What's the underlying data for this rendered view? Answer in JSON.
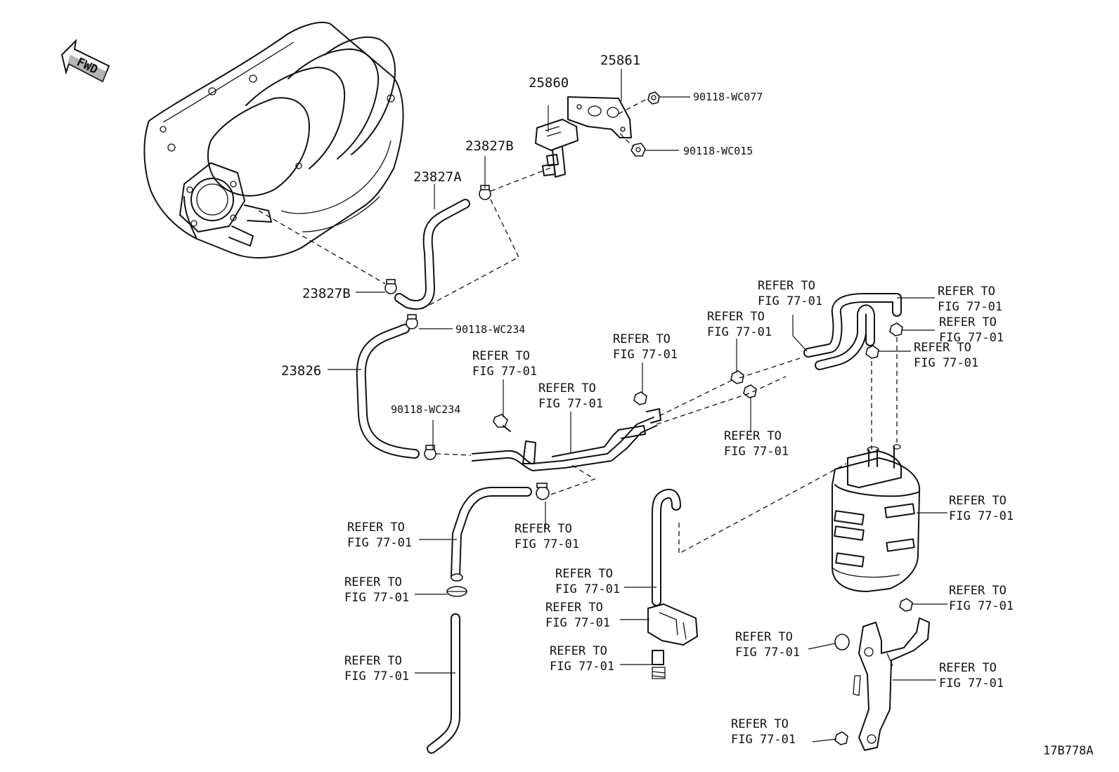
{
  "fwd_label": "FWD",
  "figure_code": "17B778A",
  "callouts": {
    "p25861": "25861",
    "p25860": "25860",
    "p90118_wc077": "90118-WC077",
    "p90118_wc015": "90118-WC015",
    "p23827b_top": "23827B",
    "p23827a": "23827A",
    "p23827b_left": "23827B",
    "p90118_wc234_top": "90118-WC234",
    "p23826": "23826",
    "p90118_wc234_mid": "90118-WC234"
  },
  "refer": {
    "line1": "REFER TO",
    "line2": "FIG 77-01"
  }
}
